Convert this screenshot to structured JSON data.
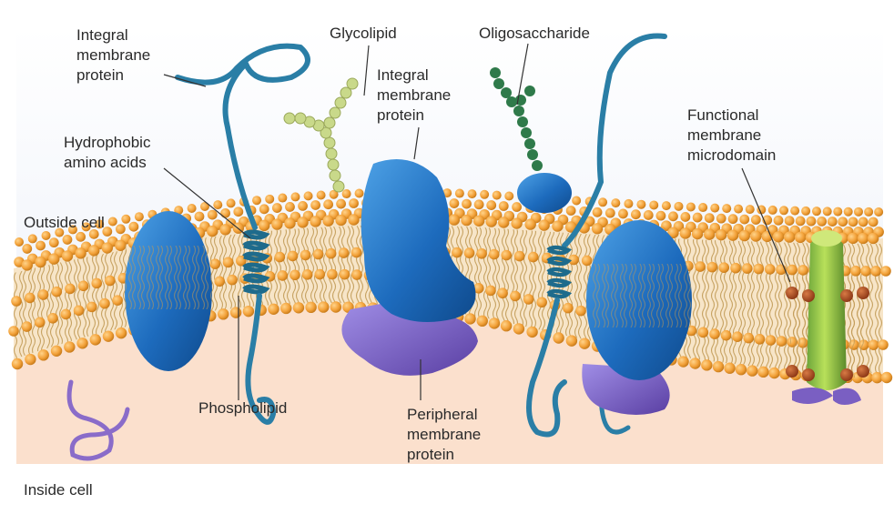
{
  "labels": {
    "integral_membrane_protein_left": "Integral\nmembrane\nprotein",
    "glycolipid": "Glycolipid",
    "oligosaccharide": "Oligosaccharide",
    "integral_membrane_protein_center": "Integral\nmembrane\nprotein",
    "hydrophobic_amino_acids": "Hydrophobic\namino acids",
    "functional_membrane_microdomain": "Functional\nmembrane\nmicrodomain",
    "outside_cell": "Outside cell",
    "phospholipid": "Phospholipid",
    "peripheral_membrane_protein": "Peripheral\nmembrane\nprotein",
    "inside_cell": "Inside cell"
  },
  "colors": {
    "phospholipid_head": "#f0a030",
    "phospholipid_tail": "#c9a35a",
    "integral_protein": "#1f6fc0",
    "peripheral_protein": "#7a5fc2",
    "alpha_helix_chain": "#2f7fa0",
    "glycolipid_sugar": "#c9d98a",
    "oligosaccharide_sugar": "#2f7a4a",
    "microdomain_cone": "#8ec63f",
    "microdomain_heads": "#a4491f",
    "cytoplasm": "#fbe2cf"
  }
}
